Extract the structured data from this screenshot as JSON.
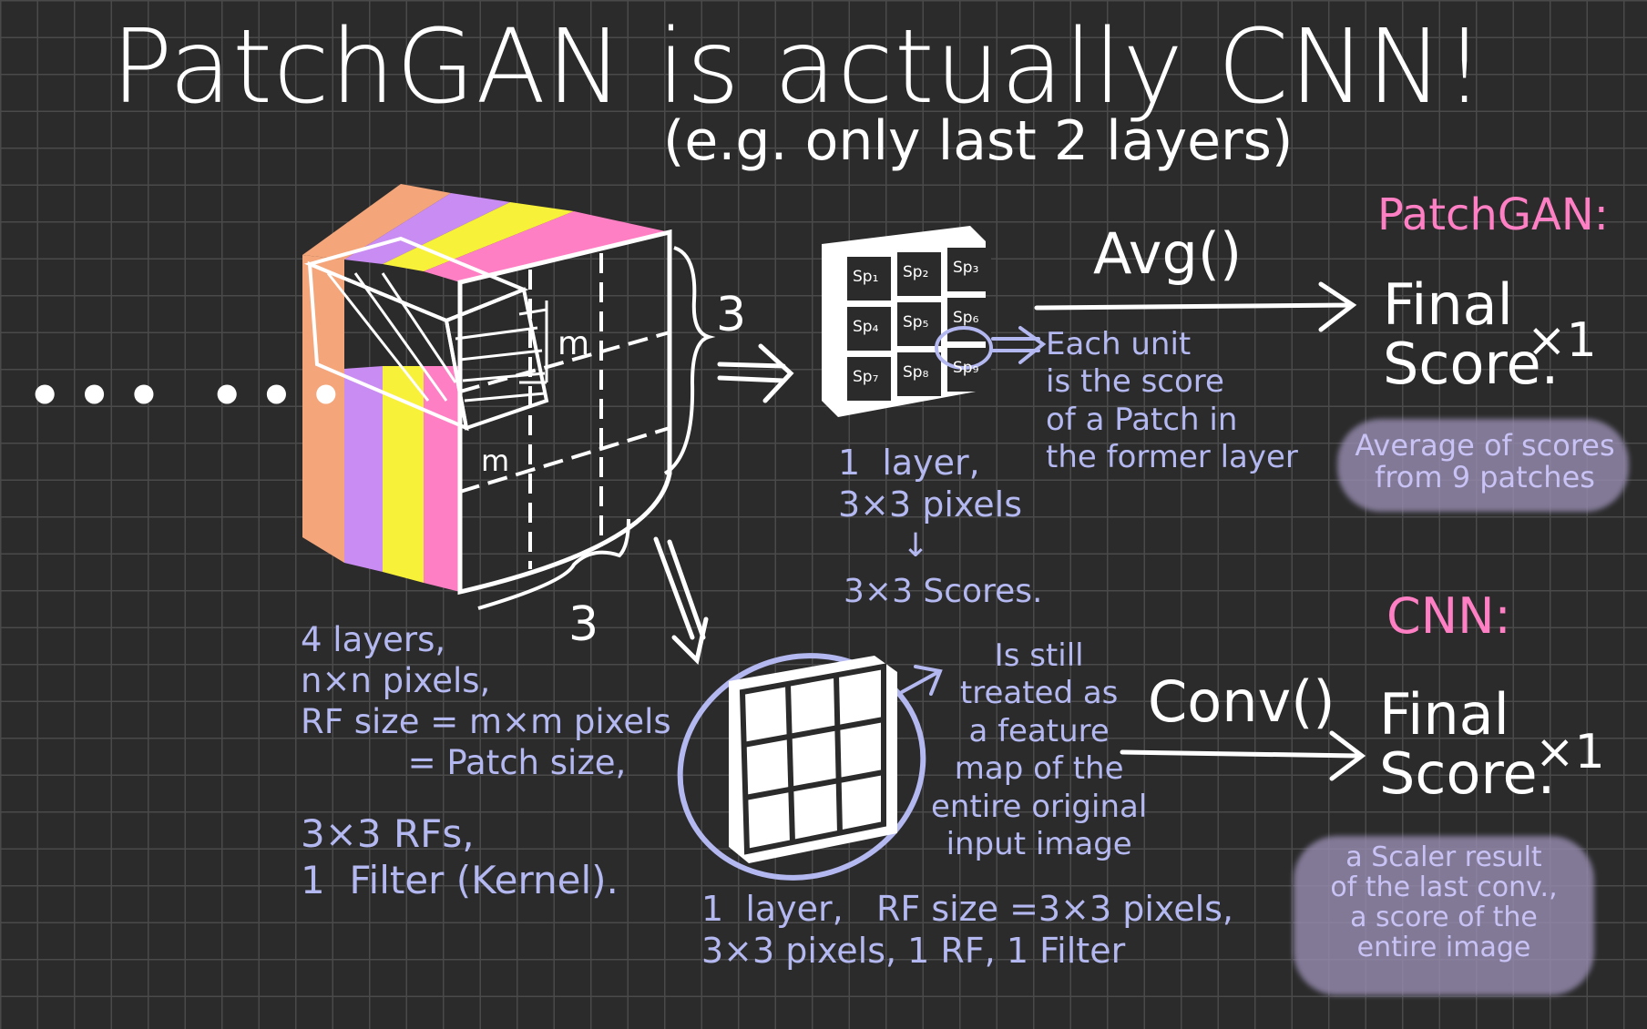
{
  "title": "PatchGAN is actually CNN!",
  "subtitle": "(e.g. only last 2 layers)",
  "ellipsis": "••• •••",
  "input_block": {
    "m_label_top": "m",
    "m_label_side": "m",
    "dim_right": "3",
    "dim_bottom": "3",
    "description": "4 layers,\nn×n pixels,\nRF size = m×m pixels\n          = Patch size,",
    "description2": "3×3 RFs,\n1  Filter (Kernel)."
  },
  "patch_layer": {
    "cells": [
      "Sp₁",
      "Sp₂",
      "Sp₃",
      "Sp₄",
      "Sp₅",
      "Sp₆",
      "Sp₇",
      "Sp₈",
      "Sp₉"
    ],
    "description": "1  layer,\n3×3 pixels",
    "arrow_glyph": "↓",
    "scores": "3×3  Scores.",
    "unit_note": "Each unit\nis the score\nof a Patch in\nthe former layer"
  },
  "cnn_layer": {
    "note": "Is still\ntreated as\na feature\nmap of the\nentire original\ninput image",
    "description": "1  layer,   RF size =3×3 pixels,\n3×3 pixels, 1 RF, 1 Filter"
  },
  "patchgan_result": {
    "heading": "PatchGAN:",
    "op": "Avg()",
    "score": "Final\nScore.",
    "mult": "×1",
    "note": "Average of scores\nfrom 9 patches"
  },
  "cnn_result": {
    "heading": "CNN:",
    "op": "Conv()",
    "score": "Final\nScore.",
    "mult": "×1",
    "note": "a Scaler result\nof the last conv.,\na score of the\nentire image"
  },
  "colors": {
    "background": "#2b2b2b",
    "grid": "#4a4a4a",
    "white_ink": "#ffffff",
    "lavender_ink": "#b4b8f0",
    "pink_ink": "#ff7fc4",
    "stripe_orange": "#f4a57a",
    "stripe_purple": "#c98cf2",
    "stripe_yellow": "#f8f13a",
    "stripe_pink": "#ff7fc4"
  }
}
